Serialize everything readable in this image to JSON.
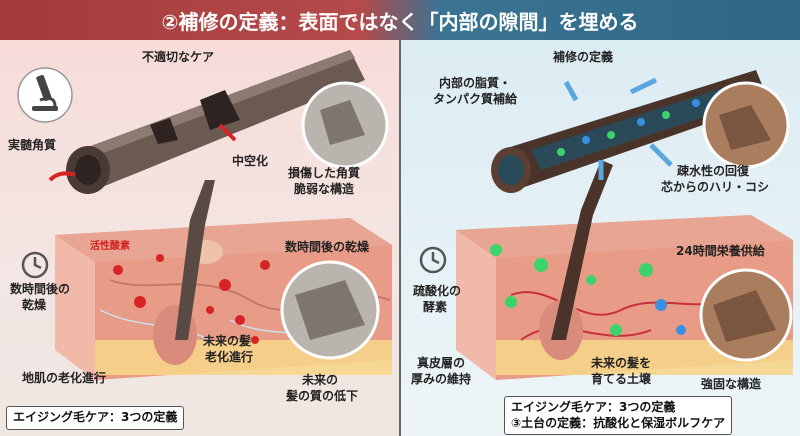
{
  "header": {
    "title": "②補修の定義：表面ではなく「内部の隙間」を埋める"
  },
  "left": {
    "title": "不適切なケア",
    "labels": {
      "medulla": "実髄角質",
      "hollow": "中空化",
      "damaged_line1": "損傷した角質",
      "damaged_line2": "脆弱な構造",
      "free_radical": "活性酸素",
      "dryness_line1": "数時間後の",
      "dryness_line2": "乾燥",
      "dryness_later": "数時間後の乾燥",
      "scalp_aging": "地肌の老化進行",
      "future_line1": "未来の髪",
      "future_line2": "老化進行",
      "quality_line1": "未来の",
      "quality_line2": "髪の質の低下"
    },
    "footer": "エイジング毛ケア：3つの定義"
  },
  "right": {
    "title": "補修の定義",
    "labels": {
      "lipid_line1": "内部の脂質・",
      "lipid_line2": "タンパク質補給",
      "hydro_line1": "疎水性の回復",
      "hydro_line2": "芯からのハリ・コシ",
      "supply": "24時間栄養供給",
      "enzyme_line1": "疏酸化の",
      "enzyme_line2": "酵素",
      "dermis_line1": "真皮層の",
      "dermis_line2": "厚みの維持",
      "soil_line1": "未来の髪を",
      "soil_line2": "育てる土壌",
      "strong": "強固な構造"
    },
    "footer_line1": "エイジング毛ケア：3つの定義",
    "footer_line2": "③土台の定義：抗酸化と保湿ボルフケア"
  },
  "colors": {
    "left_accent": "#b54a4a",
    "right_accent": "#2e6687",
    "radical_red": "#d62424",
    "nutrient_green": "#3cd36a",
    "nutrient_blue": "#3b8fe0",
    "arrow_blue": "#5aa6e0"
  },
  "icons": {
    "left_microscope": "microscope-icon",
    "left_clock": "clock-icon",
    "right_clock": "clock-icon"
  }
}
